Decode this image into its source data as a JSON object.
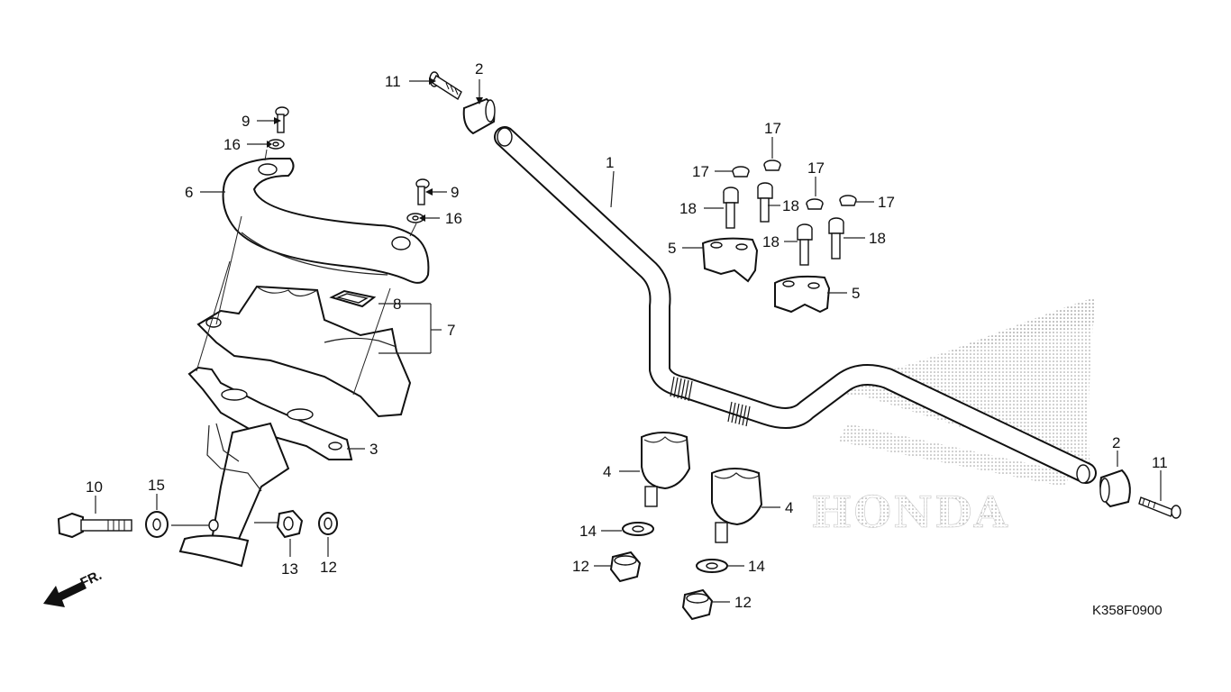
{
  "diagram": {
    "drawing_code": "K358F0900",
    "direction_label": "FR.",
    "watermark_brand": "HONDA",
    "callouts": {
      "c1": "1",
      "c2a": "2",
      "c2b": "2",
      "c3": "3",
      "c4a": "4",
      "c4b": "4",
      "c5a": "5",
      "c5b": "5",
      "c6": "6",
      "c7": "7",
      "c8": "8",
      "c9a": "9",
      "c9b": "9",
      "c10": "10",
      "c11a": "11",
      "c11b": "11",
      "c12a": "12",
      "c12b": "12",
      "c12c": "12",
      "c13": "13",
      "c14a": "14",
      "c14b": "14",
      "c15": "15",
      "c16a": "16",
      "c16b": "16",
      "c17a": "17",
      "c17b": "17",
      "c17c": "17",
      "c17d": "17",
      "c18a": "18",
      "c18b": "18",
      "c18c": "18",
      "c18d": "18"
    },
    "icons": [
      "front-direction-arrow-icon",
      "honda-wing-logo"
    ]
  }
}
